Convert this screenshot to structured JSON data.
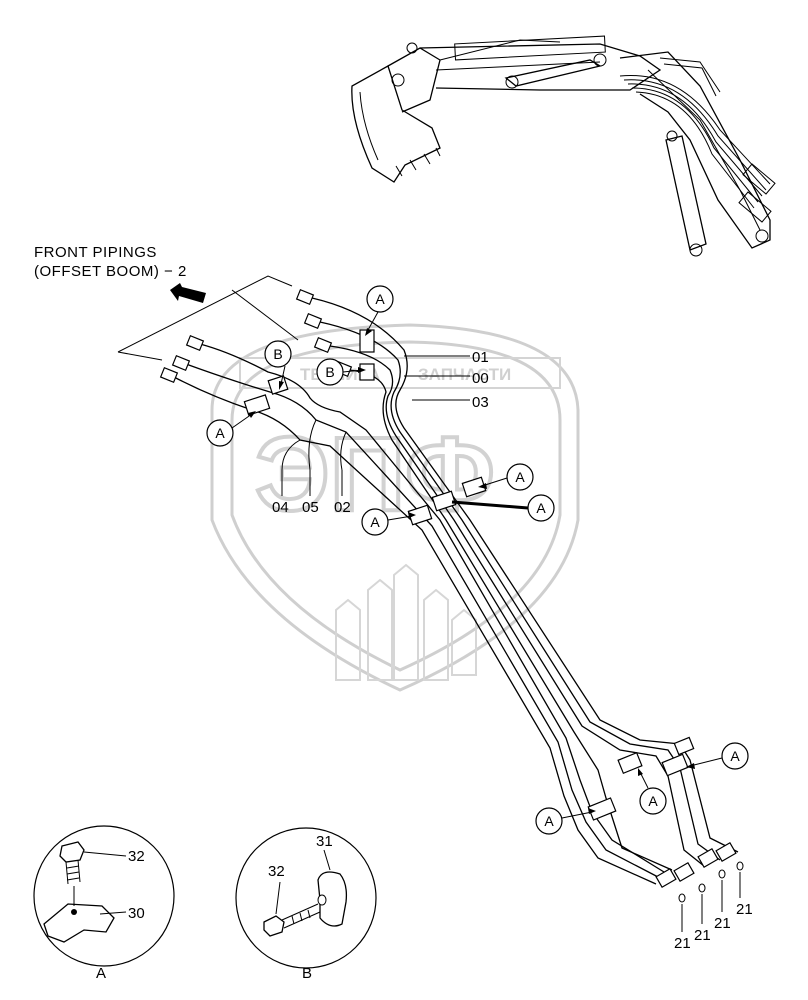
{
  "title": {
    "line1": "FRONT PIPINGS",
    "line2": "(OFFSET BOOM) − 2"
  },
  "watermark": {
    "logo_text": "ЭПФ",
    "left_word": "ТЕХНИКА",
    "right_word": "ЗАПЧАСТИ"
  },
  "part_labels": {
    "p01": "01",
    "p00": "00",
    "p03": "03",
    "p04": "04",
    "p05": "05",
    "p02": "02",
    "p21a": "21",
    "p21b": "21",
    "p21c": "21",
    "p21d": "21",
    "p32a": "32",
    "p30": "30",
    "p31": "31",
    "p32b": "32"
  },
  "callouts": {
    "a1": "A",
    "a2": "A",
    "a3": "A",
    "a4": "A",
    "a5": "A",
    "a6": "A",
    "a7": "A",
    "a8": "A",
    "b1": "B",
    "b2": "B"
  },
  "detail_views": {
    "a_caption": "A",
    "b_caption": "B"
  }
}
